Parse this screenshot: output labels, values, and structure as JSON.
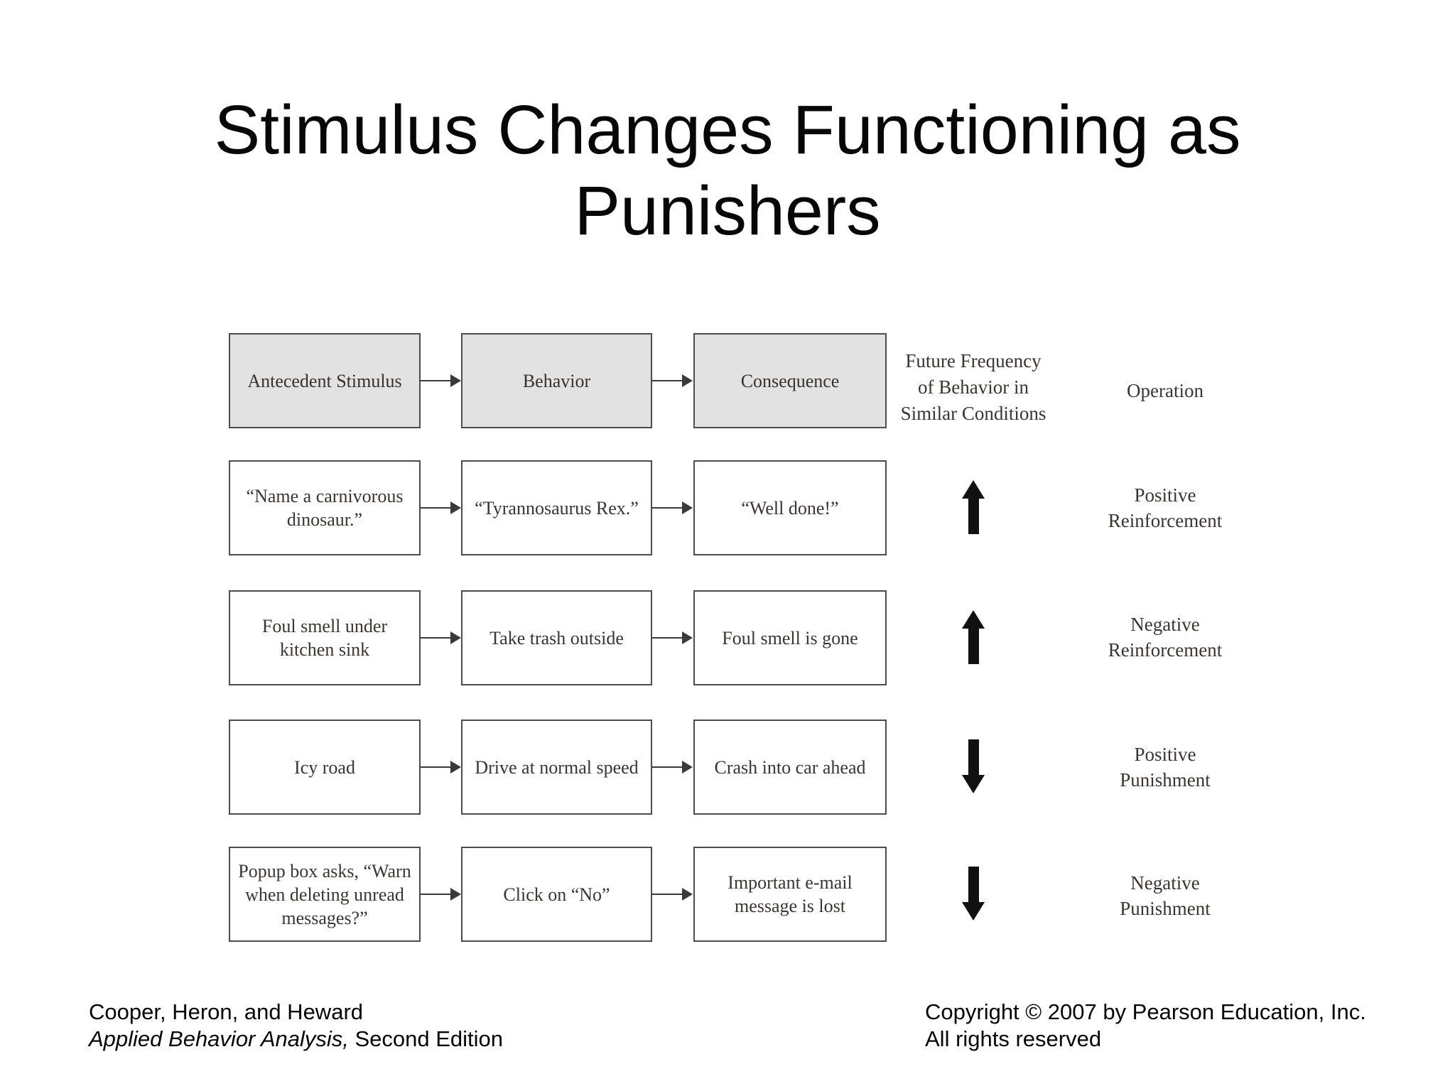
{
  "title": {
    "line1": "Stimulus Changes Functioning as",
    "line2": "Punishers"
  },
  "figure": {
    "headers": {
      "antecedent": "Antecedent Stimulus",
      "behavior": "Behavior",
      "consequence": "Consequence",
      "future_frequency": "Future Frequency\nof Behavior in\nSimilar Conditions",
      "operation": "Operation"
    },
    "rows": [
      {
        "antecedent": "“Name a carnivorous\ndinosaur.”",
        "behavior": "“Tyrannosaurus Rex.”",
        "consequence": "“Well done!”",
        "frequency_arrow": "up",
        "operation": "Positive\nReinforcement"
      },
      {
        "antecedent": "Foul smell under\nkitchen sink",
        "behavior": "Take trash outside",
        "consequence": "Foul smell is gone",
        "frequency_arrow": "up",
        "operation": "Negative\nReinforcement"
      },
      {
        "antecedent": "Icy road",
        "behavior": "Drive at normal speed",
        "consequence": "Crash into car ahead",
        "frequency_arrow": "down",
        "operation": "Positive\nPunishment"
      },
      {
        "antecedent": "Popup box asks, “Warn\nwhen deleting unread\nmessages?”",
        "behavior": "Click on “No”",
        "consequence": "Important e-mail\nmessage is lost",
        "frequency_arrow": "down",
        "operation": "Negative\nPunishment"
      }
    ]
  },
  "footer": {
    "left_line1": "Cooper, Heron, and Heward",
    "left_line2_italic": "Applied Behavior Analysis,",
    "left_line2_rest": " Second Edition",
    "right_line1": "Copyright © 2007 by Pearson Education, Inc.",
    "right_line2": "All rights reserved"
  },
  "colors": {
    "background": "#ffffff",
    "header_box_fill": "#e2e2e2",
    "box_border": "#4c4c4c",
    "big_arrow": "#111111",
    "text": "#070707"
  }
}
